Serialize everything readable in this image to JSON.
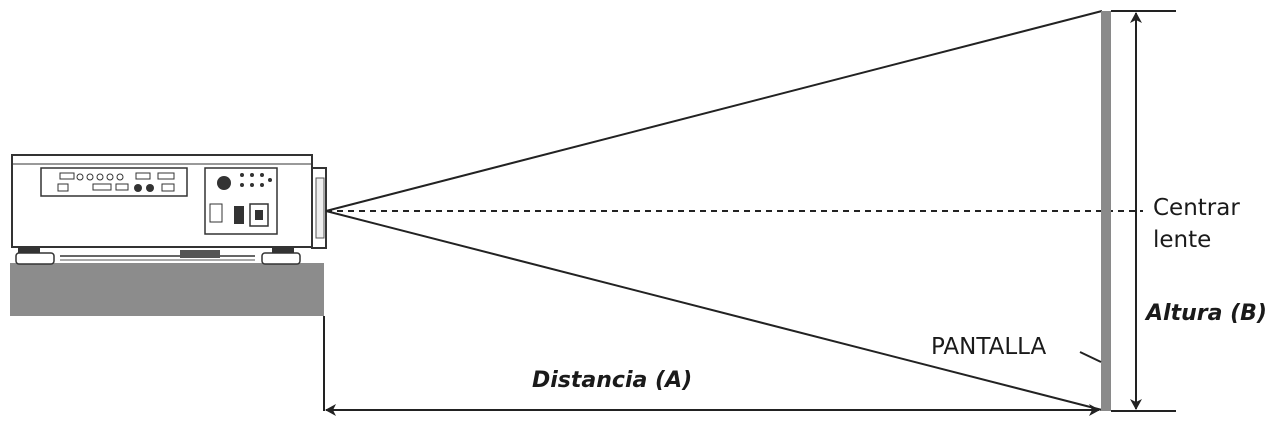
{
  "labels": {
    "center_lens_line1": "Centrar",
    "center_lens_line2": "lente",
    "screen": "PANTALLA",
    "height": "Altura (B)",
    "distance": "Distancia (A)"
  },
  "colors": {
    "line": "#222222",
    "screen": "#8a8a8a",
    "table": "#8c8c8c",
    "projector_body": "#ffffff",
    "projector_outline": "#333333"
  }
}
